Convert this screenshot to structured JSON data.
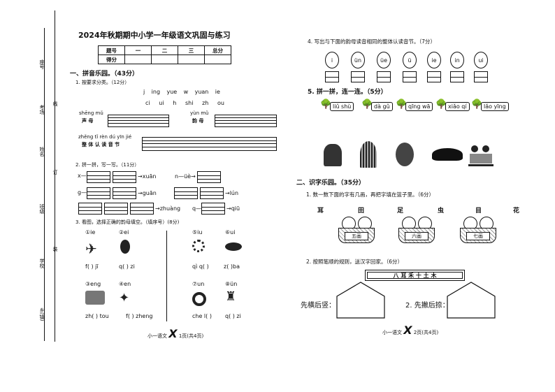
{
  "margin": {
    "labels": [
      "座号",
      "考场",
      "姓名",
      "班级",
      "学校",
      "乡(镇)"
    ],
    "seam": [
      "线",
      "订",
      "装"
    ]
  },
  "left": {
    "title": "2024年秋期期中小学一年级语文巩固与练习",
    "score_table": {
      "row1": [
        "题号",
        "一",
        "二",
        "三",
        "总分"
      ],
      "row2": [
        "得分",
        "",
        "",
        "",
        ""
      ]
    },
    "section1": "一、拼音乐园。（43分）",
    "q1": {
      "title": "1. 按要求分类。（12分）",
      "row1": [
        "j",
        "ing",
        "yue",
        "w",
        "yuan",
        "ie"
      ],
      "row2": [
        "ci",
        "ui",
        "h",
        "shi",
        "zh",
        "ou"
      ],
      "shengmu_py": "shēng mǔ",
      "shengmu": "声  母",
      "yunmu_py": "yùn mǔ",
      "yunmu": "韵  母",
      "zhengti_py": "zhěng tǐ rèn dú yīn jié",
      "zhengti": "整 体 认 读 音 节"
    },
    "q2": {
      "title": "2. 拼一拼，写一写。（11分）",
      "items": [
        "x—",
        "→xuān",
        "n—üè→",
        "g—",
        "→guān",
        "→lún",
        "→zhuàng",
        "q—",
        "→qiū"
      ]
    },
    "q3": {
      "title": "3. 看图，选择正确的韵母填空。（填序号）(8分)",
      "opts": [
        "①ie",
        "②ei",
        "③eng",
        "④en",
        "⑤iu",
        "⑥ui",
        "⑦un",
        "⑧ün"
      ],
      "blanks": [
        "f(    ) jī",
        "q(    ) zi",
        "qì q(    )",
        "z(    )ba",
        "zh(    ) tou",
        "f(    ) zheng",
        "che l(    )",
        "q(    ) zi"
      ]
    },
    "footer": "小一语文",
    "footer_page": "1页(共4页)"
  },
  "right": {
    "q4": {
      "title": "4. 写出与下面的韵母读音相同的整体认读音节。（7分）",
      "items": [
        "i",
        "ün",
        "üe",
        "ü",
        "ie",
        "in",
        "ui"
      ]
    },
    "q5": {
      "title": "5. 拼一拼，连一连。（5分）",
      "items": [
        "liǔ shù",
        "dà gǔ",
        "qīng wā",
        "xiǎo qí",
        "lǎo yīng"
      ]
    },
    "section2": "二、识字乐园。（35分）",
    "q6": {
      "title": "1. 数一数下面的字有几画，再把字填在篮子里。（6分）",
      "chars": [
        "耳",
        "田",
        "足",
        "虫",
        "目",
        "花"
      ],
      "baskets": [
        "五画",
        "六画",
        "七画"
      ]
    },
    "q7": {
      "title": "2. 按照笔顺的规则，送汉字回家。（6分）",
      "chars": "八  耳  禾  十 土 木",
      "house1": "先横后竖：",
      "house2": "2. 先撇后捺："
    },
    "footer": "小一语文",
    "footer_page": "2页(共4页)"
  }
}
